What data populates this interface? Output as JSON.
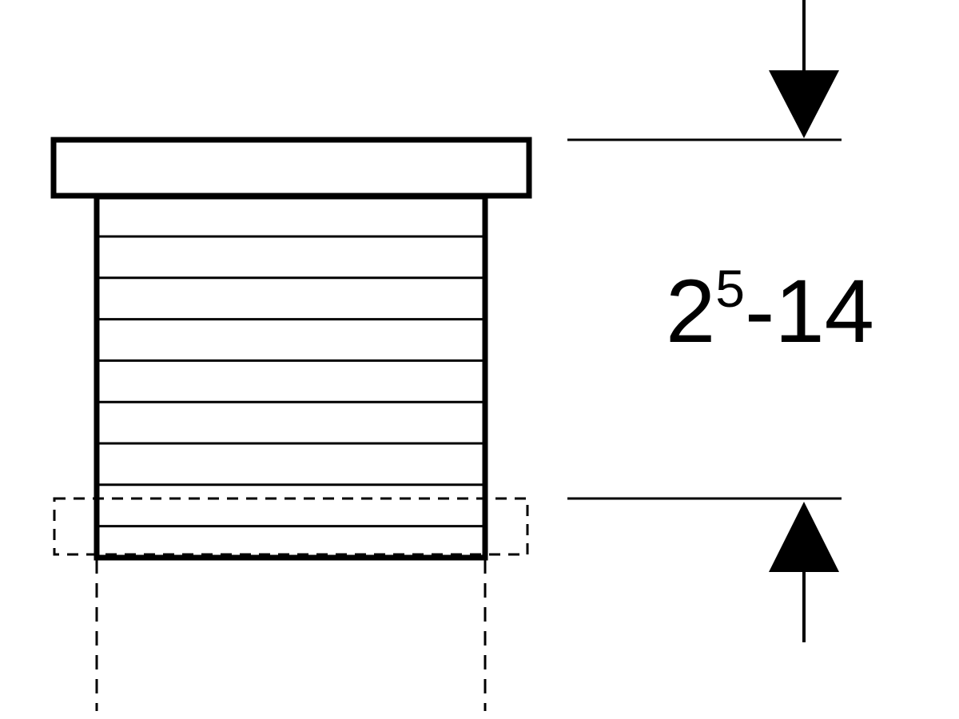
{
  "diagram": {
    "dimension_label": {
      "base": "2",
      "superscript": "5",
      "suffix": "-14"
    },
    "thread_line_count": 8,
    "colors": {
      "stroke": "#000000",
      "background": "#ffffff"
    }
  }
}
